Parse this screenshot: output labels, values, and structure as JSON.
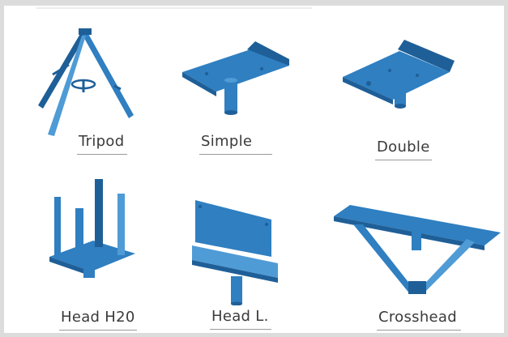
{
  "products": [
    {
      "id": "tripod",
      "label": "Tripod"
    },
    {
      "id": "simple",
      "label": "Simple"
    },
    {
      "id": "double",
      "label": "Double"
    },
    {
      "id": "head-h20",
      "label": "Head H20"
    },
    {
      "id": "head-l",
      "label": "Head L."
    },
    {
      "id": "crosshead",
      "label": "Crosshead"
    }
  ],
  "colors": {
    "product_blue": "#2f7fc1",
    "product_blue_dark": "#1f5f98",
    "product_blue_light": "#4f9bd6",
    "caption_text": "#3a3a3a",
    "underline": "#9a9a9a",
    "frame_border": "#dcdcdc"
  }
}
